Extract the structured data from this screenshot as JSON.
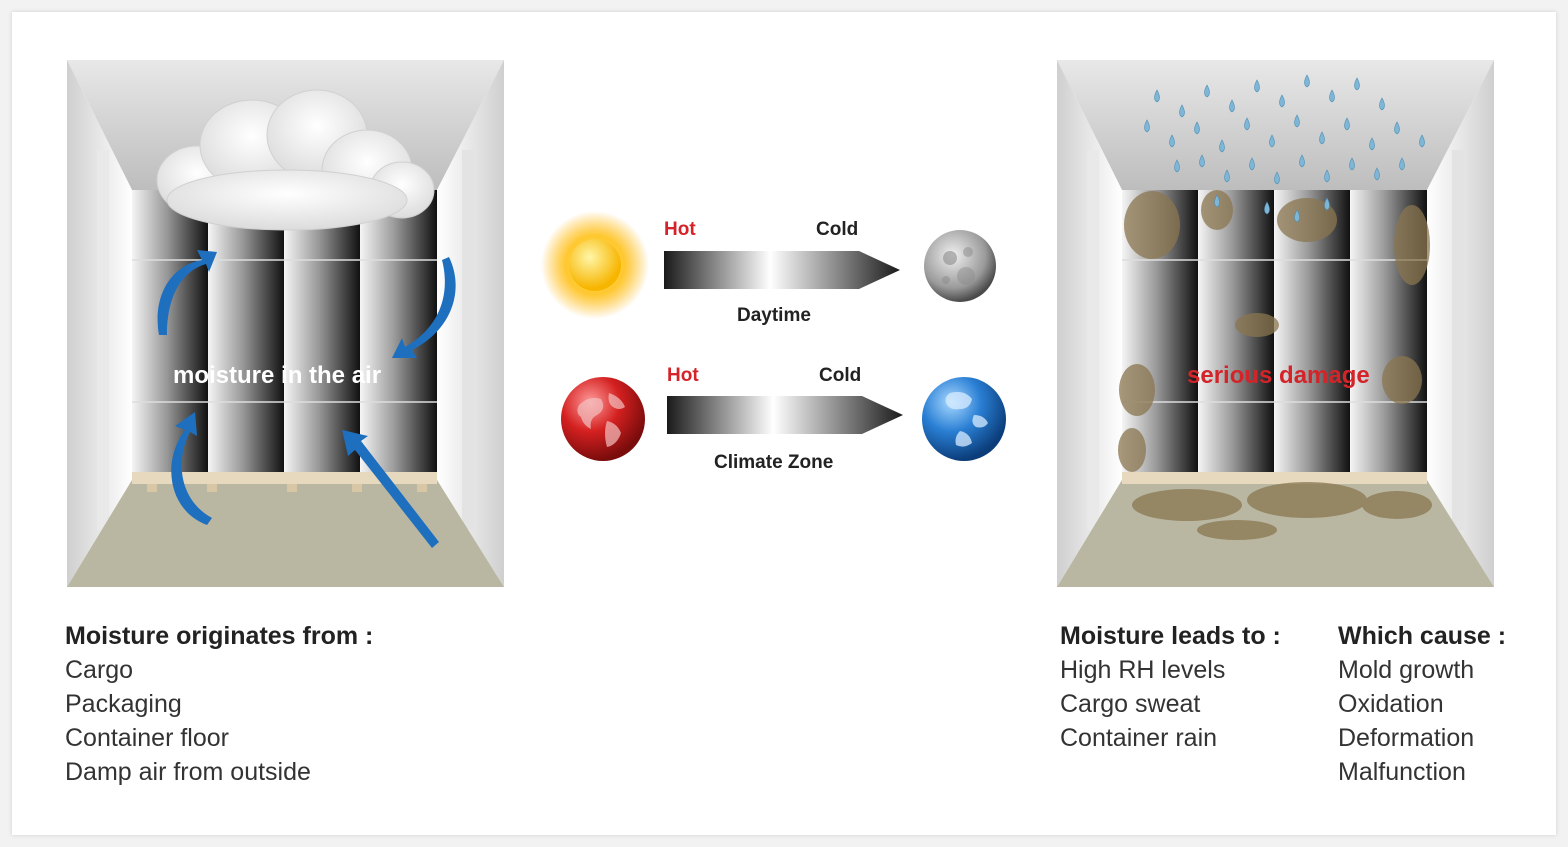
{
  "left_scene": {
    "overlay": "moisture in the air"
  },
  "right_scene": {
    "overlay": "serious damage"
  },
  "daytime": {
    "hot": "Hot",
    "cold": "Cold",
    "caption": "Daytime",
    "start_icon": "sun-icon",
    "end_icon": "moon-icon"
  },
  "climate": {
    "hot": "Hot",
    "cold": "Cold",
    "caption": "Climate Zone",
    "start_icon": "red-globe-icon",
    "end_icon": "blue-globe-icon"
  },
  "sources": {
    "heading": "Moisture originates from :",
    "items": [
      "Cargo",
      "Packaging",
      "Container floor",
      "Damp air from outside"
    ]
  },
  "leads": {
    "heading": "Moisture leads to :",
    "items": [
      "High RH levels",
      "Cargo sweat",
      "Container rain"
    ]
  },
  "causes": {
    "heading": "Which cause :",
    "items": [
      "Mold growth",
      "Oxidation",
      "Deformation",
      "Malfunction"
    ]
  },
  "colors": {
    "hot": "#d4242a",
    "arrow_blue": "#1f6fbf",
    "floor": "#b9b7a2",
    "stain": "#8a7650"
  }
}
